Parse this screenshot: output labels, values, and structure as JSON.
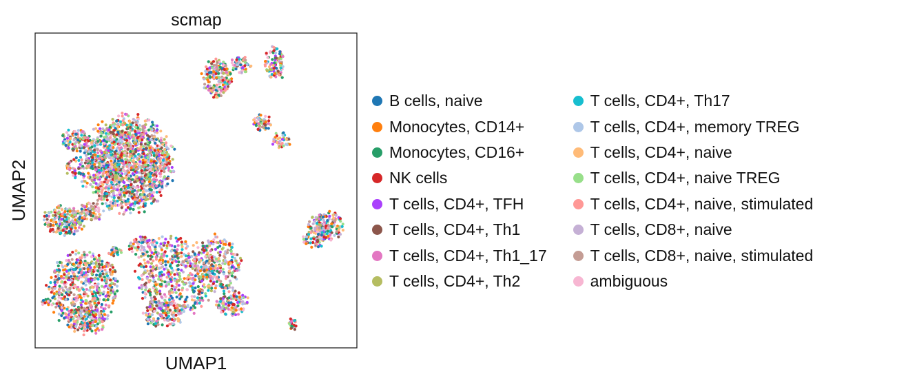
{
  "chart_data": {
    "type": "scatter",
    "title": "scmap",
    "xlabel": "UMAP1",
    "ylabel": "UMAP2",
    "grid": false,
    "ticks": false,
    "legend_placement": "right, two columns",
    "xlim": [
      0,
      100
    ],
    "ylim": [
      0,
      100
    ],
    "series": [
      {
        "name": "B cells, naive",
        "color": "#1f77b4"
      },
      {
        "name": "Monocytes, CD14+",
        "color": "#ff7f0e"
      },
      {
        "name": "Monocytes, CD16+",
        "color": "#279e68"
      },
      {
        "name": "NK cells",
        "color": "#d62728"
      },
      {
        "name": "T cells, CD4+, TFH",
        "color": "#aa40fc"
      },
      {
        "name": "T cells, CD4+, Th1",
        "color": "#8c564b"
      },
      {
        "name": "T cells, CD4+, Th1_17",
        "color": "#e377c2"
      },
      {
        "name": "T cells, CD4+, Th2",
        "color": "#b5bd61"
      },
      {
        "name": "T cells, CD4+, Th17",
        "color": "#17becf"
      },
      {
        "name": "T cells, CD4+, memory TREG",
        "color": "#aec7e8"
      },
      {
        "name": "T cells, CD4+, naive",
        "color": "#ffbb78"
      },
      {
        "name": "T cells, CD4+, naive TREG",
        "color": "#98df8a"
      },
      {
        "name": "T cells, CD4+, naive, stimulated",
        "color": "#ff9896"
      },
      {
        "name": "T cells, CD8+, naive",
        "color": "#c5b0d5"
      },
      {
        "name": "T cells, CD8+, naive, stimulated",
        "color": "#c49c94"
      },
      {
        "name": "ambiguous",
        "color": "#f7b6d2"
      }
    ],
    "clusters": [
      {
        "cx": 28.5,
        "cy": 58.5,
        "rx": 13.5,
        "ry": 14.5,
        "n": 1500
      },
      {
        "cx": 56.5,
        "cy": 85.5,
        "rx": 4.5,
        "ry": 6.0,
        "n": 200
      },
      {
        "cx": 64.0,
        "cy": 90.0,
        "rx": 3.0,
        "ry": 2.5,
        "n": 60
      },
      {
        "cx": 74.5,
        "cy": 90.0,
        "rx": 3.0,
        "ry": 5.5,
        "n": 90
      },
      {
        "cx": 70.5,
        "cy": 71.5,
        "rx": 3.0,
        "ry": 2.5,
        "n": 50
      },
      {
        "cx": 76.5,
        "cy": 66.0,
        "rx": 3.0,
        "ry": 2.5,
        "n": 40
      },
      {
        "cx": 90.5,
        "cy": 38.5,
        "rx": 5.5,
        "ry": 4.5,
        "n": 180
      },
      {
        "cx": 86.5,
        "cy": 34.5,
        "rx": 3.5,
        "ry": 3.0,
        "n": 50
      },
      {
        "cx": 23.5,
        "cy": 57.0,
        "rx": 2.5,
        "ry": 2.0,
        "n": 60
      },
      {
        "cx": 12.5,
        "cy": 66.0,
        "rx": 4.0,
        "ry": 3.5,
        "n": 90
      },
      {
        "cx": 12.5,
        "cy": 57.0,
        "rx": 3.0,
        "ry": 3.0,
        "n": 40
      },
      {
        "cx": 9.0,
        "cy": 40.5,
        "rx": 6.5,
        "ry": 4.5,
        "n": 200
      },
      {
        "cx": 17.5,
        "cy": 43.5,
        "rx": 3.5,
        "ry": 3.0,
        "n": 60
      },
      {
        "cx": 15.0,
        "cy": 18.5,
        "rx": 10.5,
        "ry": 11.5,
        "n": 600
      },
      {
        "cx": 3.5,
        "cy": 14.5,
        "rx": 1.5,
        "ry": 1.0,
        "n": 15
      },
      {
        "cx": 16.0,
        "cy": 8.5,
        "rx": 6.0,
        "ry": 4.0,
        "n": 120
      },
      {
        "cx": 43.5,
        "cy": 22.5,
        "rx": 12.0,
        "ry": 12.0,
        "n": 550
      },
      {
        "cx": 56.5,
        "cy": 26.5,
        "rx": 7.0,
        "ry": 9.0,
        "n": 250
      },
      {
        "cx": 61.5,
        "cy": 14.0,
        "rx": 5.0,
        "ry": 4.0,
        "n": 120
      },
      {
        "cx": 40.0,
        "cy": 11.0,
        "rx": 6.0,
        "ry": 4.5,
        "n": 140
      },
      {
        "cx": 33.0,
        "cy": 32.0,
        "rx": 4.0,
        "ry": 3.0,
        "n": 60
      },
      {
        "cx": 25.0,
        "cy": 30.5,
        "rx": 2.0,
        "ry": 1.5,
        "n": 25
      },
      {
        "cx": 80.0,
        "cy": 7.5,
        "rx": 1.2,
        "ry": 2.0,
        "n": 25
      }
    ]
  }
}
